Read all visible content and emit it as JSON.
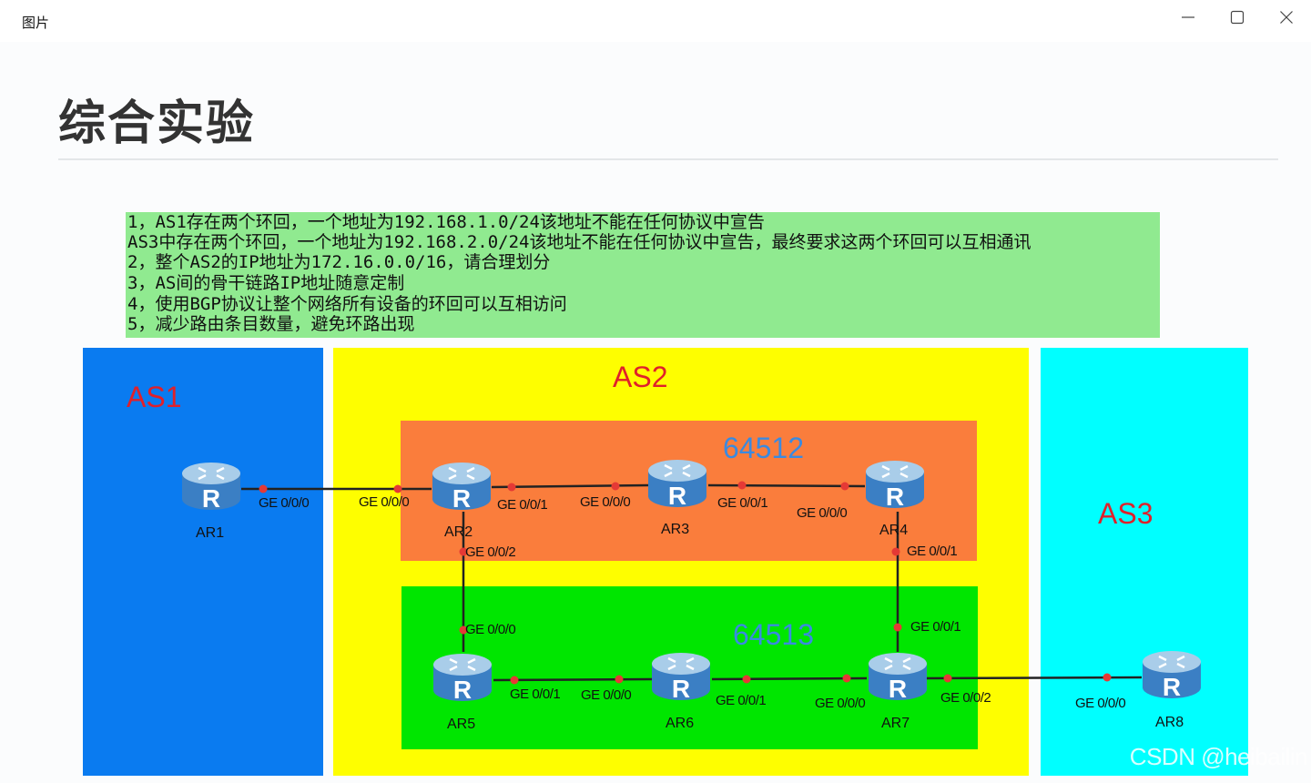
{
  "window": {
    "title": "图片",
    "minimize_icon": "minimize-icon",
    "maximize_icon": "maximize-icon",
    "close_icon": "close-icon"
  },
  "slide": {
    "heading": "综合实验",
    "requirements": [
      "1，AS1存在两个环回，一个地址为192.168.1.0/24该地址不能在任何协议中宣告",
      "  AS3中存在两个环回，一个地址为192.168.2.0/24该地址不能在任何协议中宣告，最终要求这两个环回可以互相通讯",
      "2，整个AS2的IP地址为172.16.0.0/16，请合理划分",
      "3，AS间的骨干链路IP地址随意定制",
      "4，使用BGP协议让整个网络所有设备的环回可以互相访问",
      "5，减少路由条目数量，避免环路出现"
    ],
    "colors": {
      "requirements_bg": "#90ea90",
      "as1": "#0a7bf0",
      "as2": "#fefe00",
      "as3": "#00ffff",
      "sub_64512": "#fa7d3c",
      "sub_64513": "#00e600",
      "label_red": "#e0202a",
      "label_blue": "#3a8ae0",
      "link_dot": "#e53935"
    }
  },
  "topology": {
    "regions": {
      "as1": "AS1",
      "as2": "AS2",
      "as3": "AS3",
      "sub_a": "64512",
      "sub_b": "64513"
    },
    "routers": {
      "ar1": "AR1",
      "ar2": "AR2",
      "ar3": "AR3",
      "ar4": "AR4",
      "ar5": "AR5",
      "ar6": "AR6",
      "ar7": "AR7",
      "ar8": "AR8"
    },
    "interfaces": {
      "ar1_g000": "GE 0/0/0",
      "ar2_g000": "GE 0/0/0",
      "ar2_g001": "GE 0/0/1",
      "ar3_g000": "GE 0/0/0",
      "ar3_g001": "GE 0/0/1",
      "ar4_g000": "GE 0/0/0",
      "ar2_g002": "GE 0/0/2",
      "ar4_g001": "GE 0/0/1",
      "ar5_g000": "GE 0/0/0",
      "ar7_g001": "GE 0/0/1",
      "ar5_g001": "GE 0/0/1",
      "ar6_g000": "GE 0/0/0",
      "ar6_g001": "GE 0/0/1",
      "ar7_g000": "GE 0/0/0",
      "ar7_g002": "GE 0/0/2",
      "ar8_g000": "GE 0/0/0"
    },
    "router_icon": "router-icon",
    "router_glyph": "R"
  },
  "watermark": "CSDN @heibailin"
}
